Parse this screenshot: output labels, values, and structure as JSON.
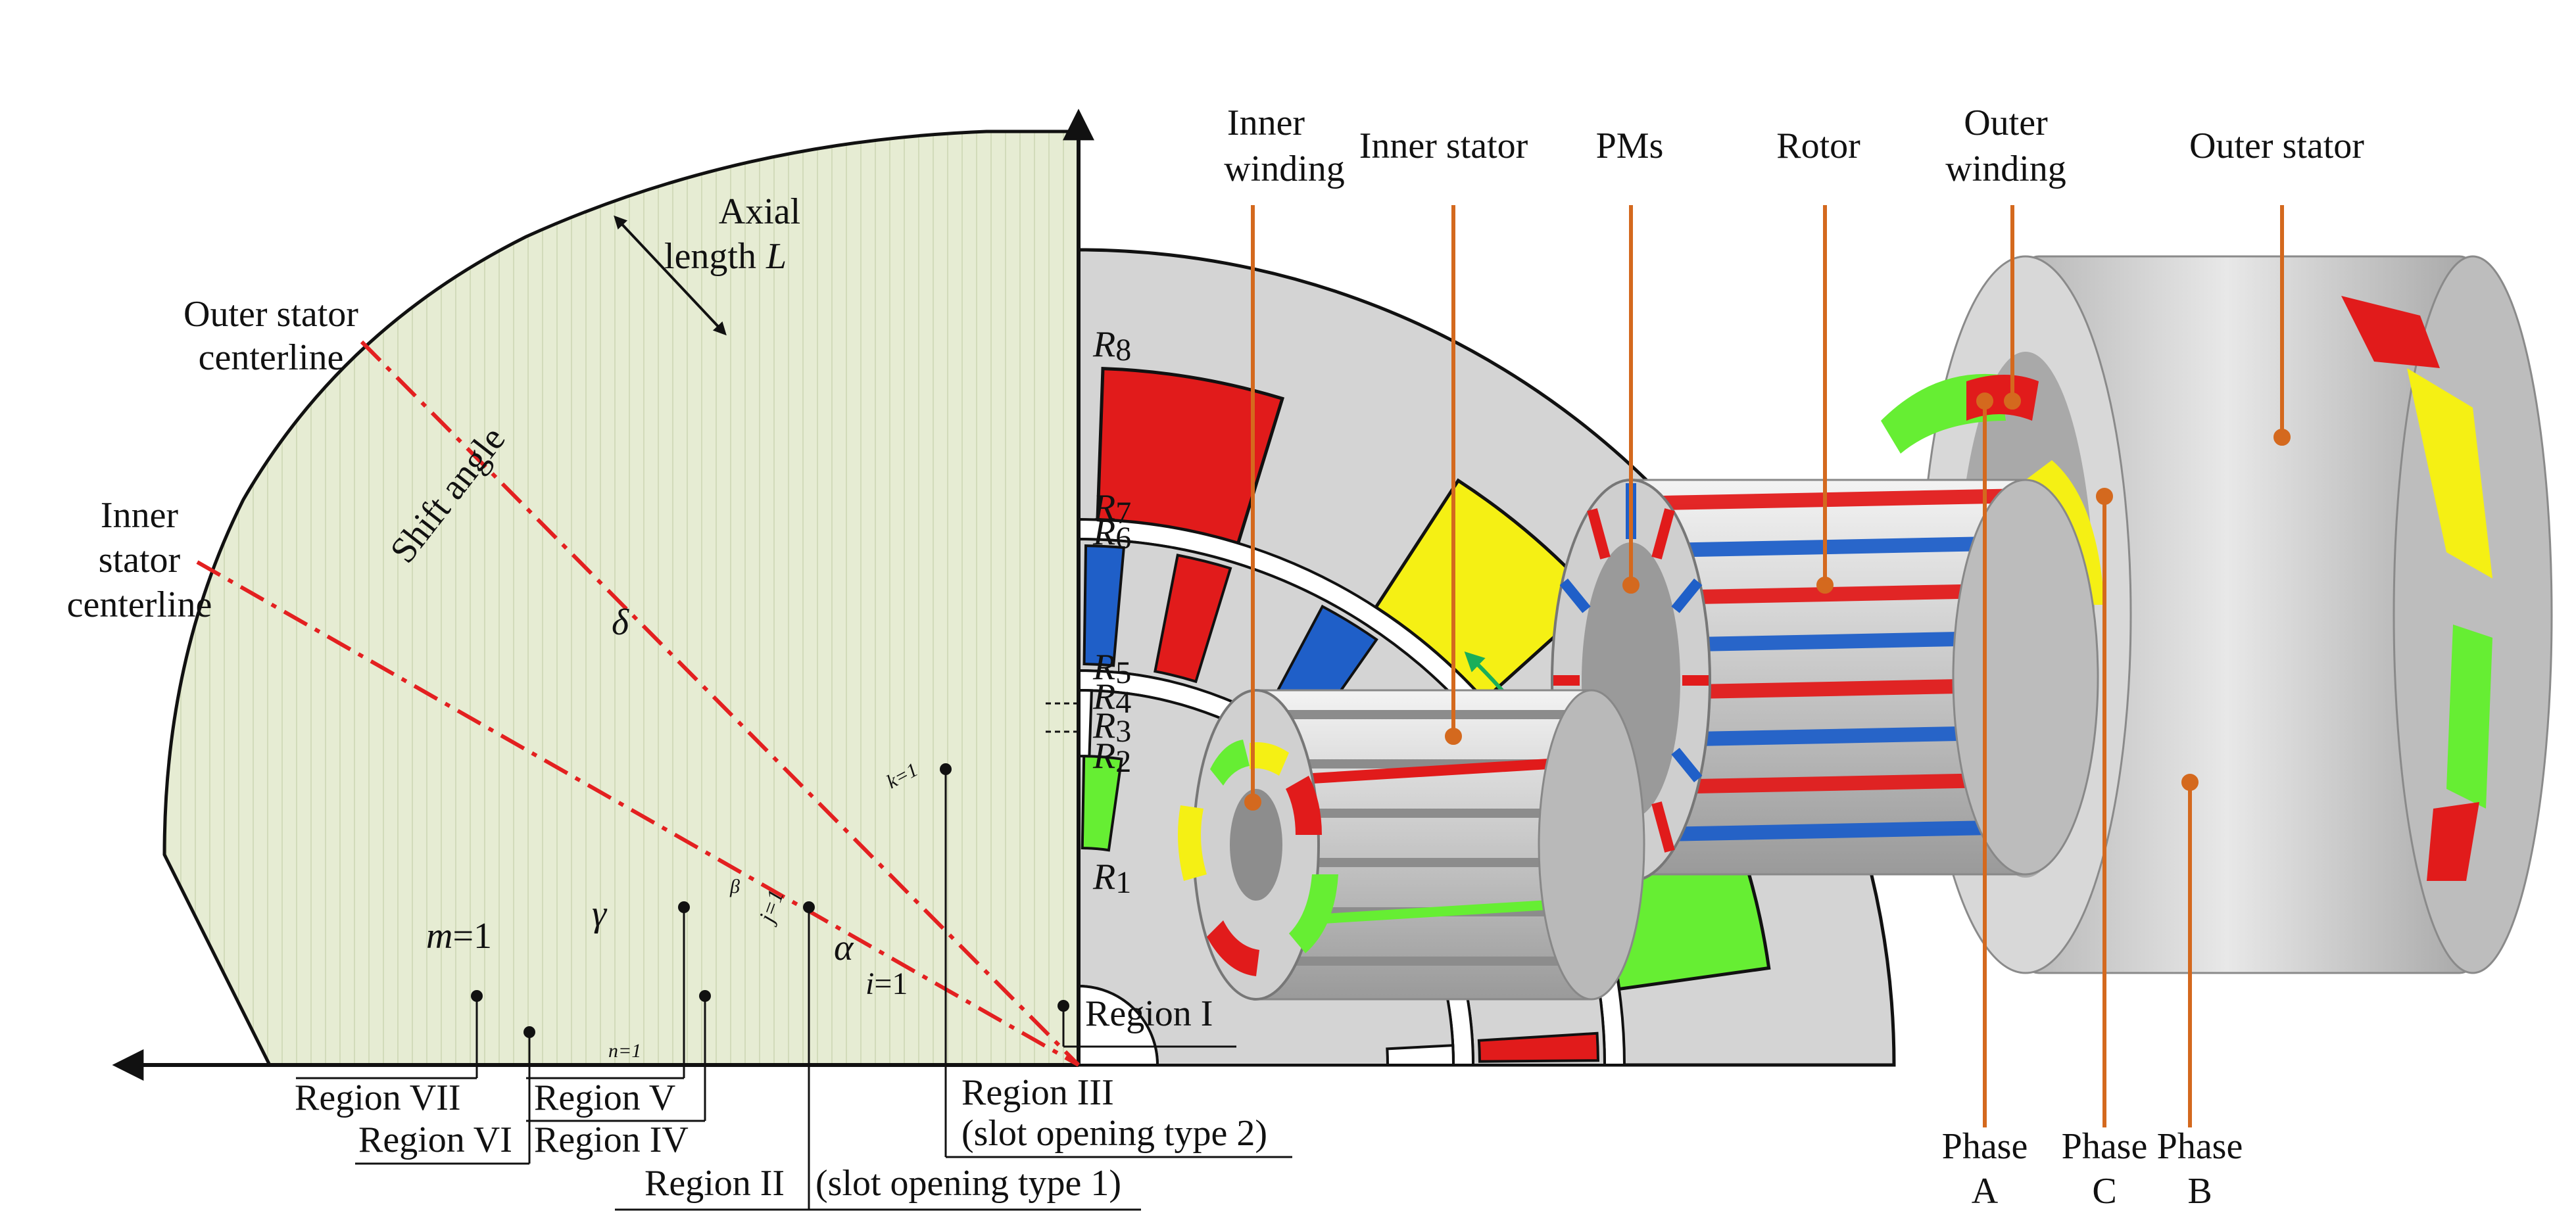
{
  "left": {
    "axial_1": "Axial",
    "axial_2": "length",
    "axial_L": "L",
    "outer_cl_1": "Outer stator",
    "outer_cl_2": "centerline",
    "inner_cl_1": "Inner",
    "inner_cl_2": "stator",
    "inner_cl_3": "centerline",
    "shift_angle": "Shift angle",
    "radii": [
      {
        "sym": "R",
        "sub": "8"
      },
      {
        "sym": "R",
        "sub": "7"
      },
      {
        "sym": "R",
        "sub": "6"
      },
      {
        "sym": "R",
        "sub": "5"
      },
      {
        "sym": "R",
        "sub": "4"
      },
      {
        "sym": "R",
        "sub": "3"
      },
      {
        "sym": "R",
        "sub": "2"
      },
      {
        "sym": "R",
        "sub": "1"
      }
    ],
    "delta": "δ",
    "gamma": "γ",
    "alpha": "α",
    "beta": "β",
    "m_sym": "m",
    "m_val": "=1",
    "i_sym": "i",
    "i_val": "=1",
    "j_label": "j=1",
    "k_label": "k=1",
    "n_label": "n=1",
    "regions": {
      "r1": "Region I",
      "r2": "Region II",
      "r2_note": "(slot opening type 1)",
      "r3": "Region III",
      "r3_note": "(slot opening type 2)",
      "r4": "Region IV",
      "r5": "Region V",
      "r6": "Region VI",
      "r7": "Region VII"
    }
  },
  "right": {
    "inner_winding_1": "Inner",
    "inner_winding_2": "winding",
    "inner_stator": "Inner stator",
    "pms": "PMs",
    "rotor": "Rotor",
    "outer_winding_1": "Outer",
    "outer_winding_2": "winding",
    "outer_stator": "Outer stator",
    "phase_a_1": "Phase",
    "phase_a_2": "A",
    "phase_c_1": "Phase",
    "phase_c_2": "C",
    "phase_b_1": "Phase",
    "phase_b_2": "B"
  },
  "colors": {
    "phase_a": "#e11b1b",
    "phase_b": "#1f5fc8",
    "phase_c": "#f5f014",
    "green": "#66ee33",
    "steel": "#d4d4d4",
    "leader": "#d4691e",
    "arrow": "#1aae5a",
    "centerline": "#e32020",
    "axial_fill": "#e6ecd3"
  }
}
